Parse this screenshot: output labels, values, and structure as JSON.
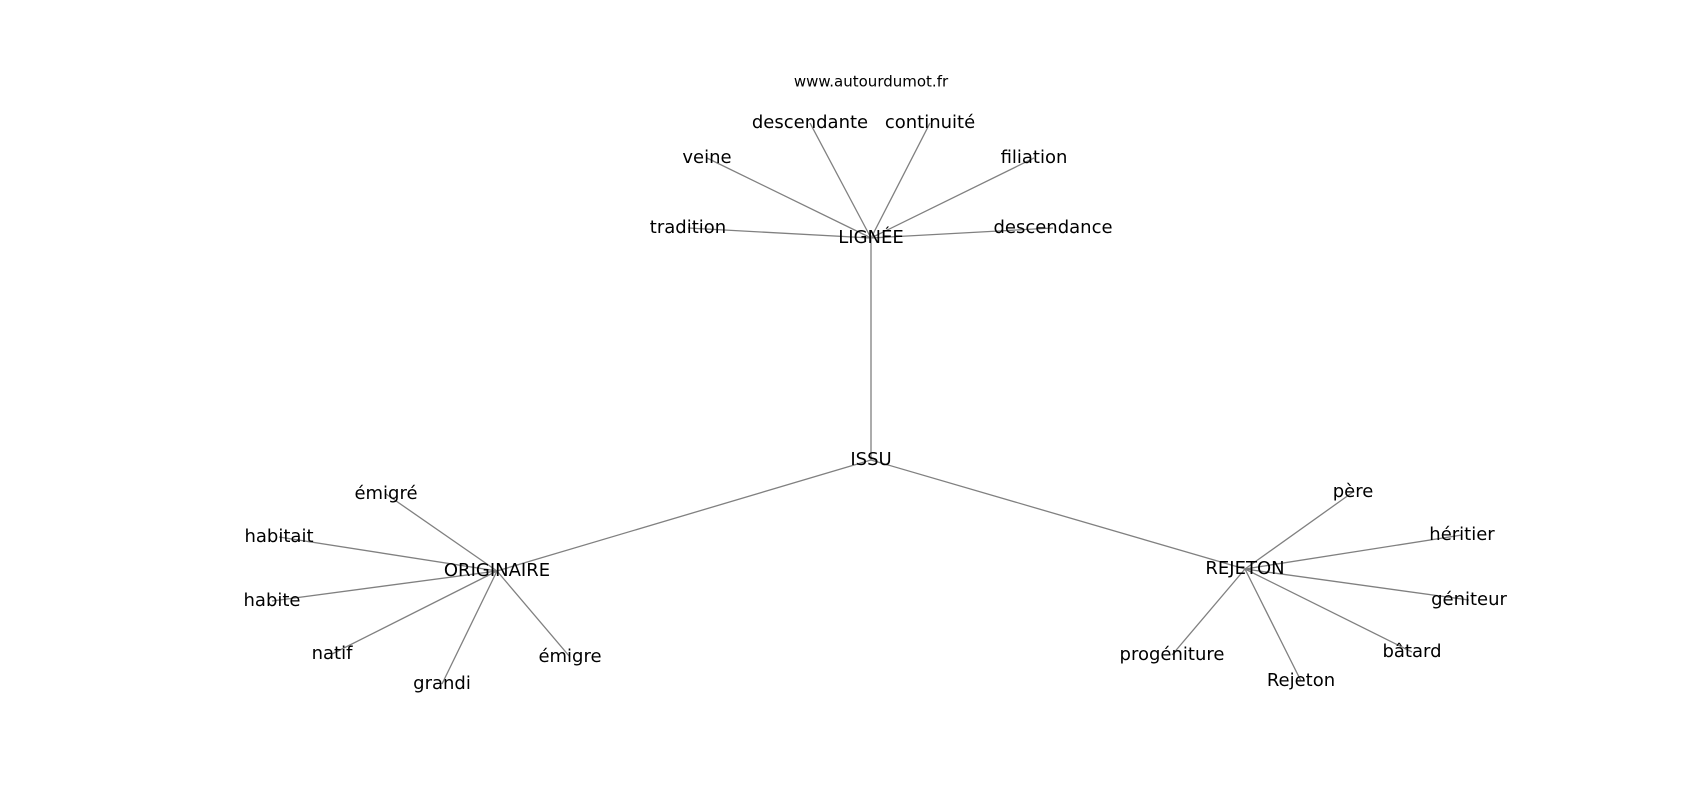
{
  "site_label": "www.autourdumot.fr",
  "center": {
    "id": "issu",
    "label": "ISSU"
  },
  "hubs": [
    {
      "id": "lignee",
      "label": "LIGNÉE"
    },
    {
      "id": "originaire",
      "label": "ORIGINAIRE"
    },
    {
      "id": "rejeton",
      "label": "REJETON"
    }
  ],
  "leaves": [
    {
      "id": "descendante",
      "label": "descendante",
      "hub": "lignee"
    },
    {
      "id": "continuite",
      "label": "continuité",
      "hub": "lignee"
    },
    {
      "id": "veine",
      "label": "veine",
      "hub": "lignee"
    },
    {
      "id": "filiation",
      "label": "filiation",
      "hub": "lignee"
    },
    {
      "id": "tradition",
      "label": "tradition",
      "hub": "lignee"
    },
    {
      "id": "descendance",
      "label": "descendance",
      "hub": "lignee"
    },
    {
      "id": "emigre-pp",
      "label": "émigré",
      "hub": "originaire"
    },
    {
      "id": "habitait",
      "label": "habitait",
      "hub": "originaire"
    },
    {
      "id": "habite",
      "label": "habite",
      "hub": "originaire"
    },
    {
      "id": "natif",
      "label": "natif",
      "hub": "originaire"
    },
    {
      "id": "grandi",
      "label": "grandi",
      "hub": "originaire"
    },
    {
      "id": "emigre",
      "label": "émigre",
      "hub": "originaire"
    },
    {
      "id": "pere",
      "label": "père",
      "hub": "rejeton"
    },
    {
      "id": "heritier",
      "label": "héritier",
      "hub": "rejeton"
    },
    {
      "id": "geniteur",
      "label": "géniteur",
      "hub": "rejeton"
    },
    {
      "id": "batard",
      "label": "bâtard",
      "hub": "rejeton"
    },
    {
      "id": "rejeton-lc",
      "label": "Rejeton",
      "hub": "rejeton"
    },
    {
      "id": "progeniture",
      "label": "progéniture",
      "hub": "rejeton"
    }
  ]
}
